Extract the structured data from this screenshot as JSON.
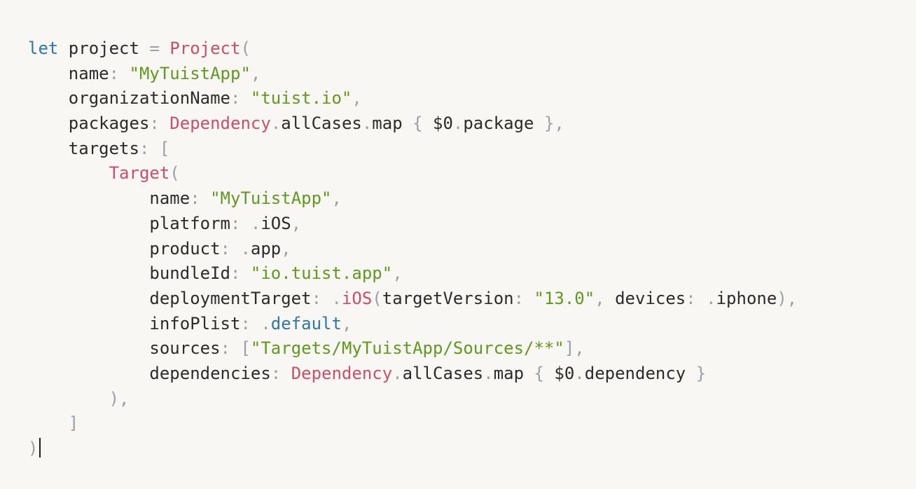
{
  "editor": {
    "lines": [
      [
        [
          "keyword",
          "let"
        ],
        [
          "plain",
          " project "
        ],
        [
          "punct",
          "="
        ],
        [
          "plain",
          " "
        ],
        [
          "type",
          "Project"
        ],
        [
          "punct",
          "("
        ]
      ],
      [
        [
          "plain",
          "    name"
        ],
        [
          "punct",
          ":"
        ],
        [
          "plain",
          " "
        ],
        [
          "string",
          "\"MyTuistApp\""
        ],
        [
          "punct",
          ","
        ]
      ],
      [
        [
          "plain",
          "    organizationName"
        ],
        [
          "punct",
          ":"
        ],
        [
          "plain",
          " "
        ],
        [
          "string",
          "\"tuist.io\""
        ],
        [
          "punct",
          ","
        ]
      ],
      [
        [
          "plain",
          "    packages"
        ],
        [
          "punct",
          ":"
        ],
        [
          "plain",
          " "
        ],
        [
          "type",
          "Dependency"
        ],
        [
          "punct",
          "."
        ],
        [
          "plain",
          "allCases"
        ],
        [
          "punct",
          "."
        ],
        [
          "plain",
          "map "
        ],
        [
          "punct",
          "{"
        ],
        [
          "plain",
          " $0"
        ],
        [
          "punct",
          "."
        ],
        [
          "plain",
          "package "
        ],
        [
          "punct",
          "}"
        ],
        [
          "punct",
          ","
        ]
      ],
      [
        [
          "plain",
          "    targets"
        ],
        [
          "punct",
          ":"
        ],
        [
          "plain",
          " "
        ],
        [
          "punct",
          "["
        ]
      ],
      [
        [
          "plain",
          "        "
        ],
        [
          "type",
          "Target"
        ],
        [
          "punct",
          "("
        ]
      ],
      [
        [
          "plain",
          "            name"
        ],
        [
          "punct",
          ":"
        ],
        [
          "plain",
          " "
        ],
        [
          "string",
          "\"MyTuistApp\""
        ],
        [
          "punct",
          ","
        ]
      ],
      [
        [
          "plain",
          "            platform"
        ],
        [
          "punct",
          ":"
        ],
        [
          "plain",
          " "
        ],
        [
          "punct",
          "."
        ],
        [
          "plain",
          "iOS"
        ],
        [
          "punct",
          ","
        ]
      ],
      [
        [
          "plain",
          "            product"
        ],
        [
          "punct",
          ":"
        ],
        [
          "plain",
          " "
        ],
        [
          "punct",
          "."
        ],
        [
          "plain",
          "app"
        ],
        [
          "punct",
          ","
        ]
      ],
      [
        [
          "plain",
          "            bundleId"
        ],
        [
          "punct",
          ":"
        ],
        [
          "plain",
          " "
        ],
        [
          "string",
          "\"io.tuist.app\""
        ],
        [
          "punct",
          ","
        ]
      ],
      [
        [
          "plain",
          "            deploymentTarget"
        ],
        [
          "punct",
          ":"
        ],
        [
          "plain",
          " "
        ],
        [
          "punct",
          "."
        ],
        [
          "type",
          "iOS"
        ],
        [
          "punct",
          "("
        ],
        [
          "plain",
          "targetVersion"
        ],
        [
          "punct",
          ":"
        ],
        [
          "plain",
          " "
        ],
        [
          "string",
          "\"13.0\""
        ],
        [
          "punct",
          ","
        ],
        [
          "plain",
          " devices"
        ],
        [
          "punct",
          ":"
        ],
        [
          "plain",
          " "
        ],
        [
          "punct",
          "."
        ],
        [
          "plain",
          "iphone"
        ],
        [
          "punct",
          ")"
        ],
        [
          "punct",
          ","
        ]
      ],
      [
        [
          "plain",
          "            infoPlist"
        ],
        [
          "punct",
          ":"
        ],
        [
          "plain",
          " "
        ],
        [
          "punct",
          "."
        ],
        [
          "enumcase",
          "default"
        ],
        [
          "punct",
          ","
        ]
      ],
      [
        [
          "plain",
          "            sources"
        ],
        [
          "punct",
          ":"
        ],
        [
          "plain",
          " "
        ],
        [
          "punct",
          "["
        ],
        [
          "string",
          "\"Targets/MyTuistApp/Sources/**\""
        ],
        [
          "punct",
          "]"
        ],
        [
          "punct",
          ","
        ]
      ],
      [
        [
          "plain",
          "            dependencies"
        ],
        [
          "punct",
          ":"
        ],
        [
          "plain",
          " "
        ],
        [
          "type",
          "Dependency"
        ],
        [
          "punct",
          "."
        ],
        [
          "plain",
          "allCases"
        ],
        [
          "punct",
          "."
        ],
        [
          "plain",
          "map "
        ],
        [
          "punct",
          "{"
        ],
        [
          "plain",
          " $0"
        ],
        [
          "punct",
          "."
        ],
        [
          "plain",
          "dependency "
        ],
        [
          "punct",
          "}"
        ]
      ],
      [
        [
          "plain",
          "        "
        ],
        [
          "punct",
          ")"
        ],
        [
          "punct",
          ","
        ]
      ],
      [
        [
          "plain",
          "    "
        ],
        [
          "punct",
          "]"
        ]
      ],
      [
        [
          "punct",
          ")"
        ]
      ]
    ]
  }
}
